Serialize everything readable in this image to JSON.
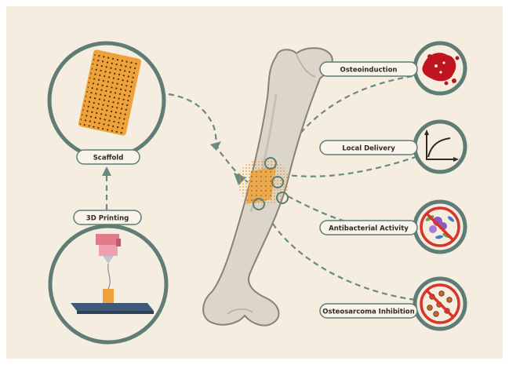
{
  "labels": {
    "scaffold": "Scaffold",
    "printing": "3D Printing",
    "osteoinduction": "Osteoinduction",
    "local_delivery": "Local Delivery",
    "antibacterial": "Antibacterial Activity",
    "osteosarcoma": "Osteosarcoma Inhibition"
  },
  "colors": {
    "background": "#f4ede0",
    "ring": "#5f7d74",
    "dash": "#6a8a80",
    "label_box_fill": "#f8f4ec",
    "scaffold_orange": "#f0a23a",
    "bone": "#dcd5c9",
    "bone_outline": "#8a8176",
    "printer_pink": "#e07b8a",
    "print_bed": "#3e5a78",
    "blood_red": "#c0151f",
    "prohibit_red": "#d9342b",
    "bacteria_purple": "#8d59c4",
    "bacteria_green": "#57a84f"
  },
  "icons": [
    "scaffold-icon",
    "3d-printer-icon",
    "bone-icon",
    "blood-cells-icon",
    "release-curve-icon",
    "bacteria-prohibited-icon",
    "tumor-cells-prohibited-icon"
  ]
}
